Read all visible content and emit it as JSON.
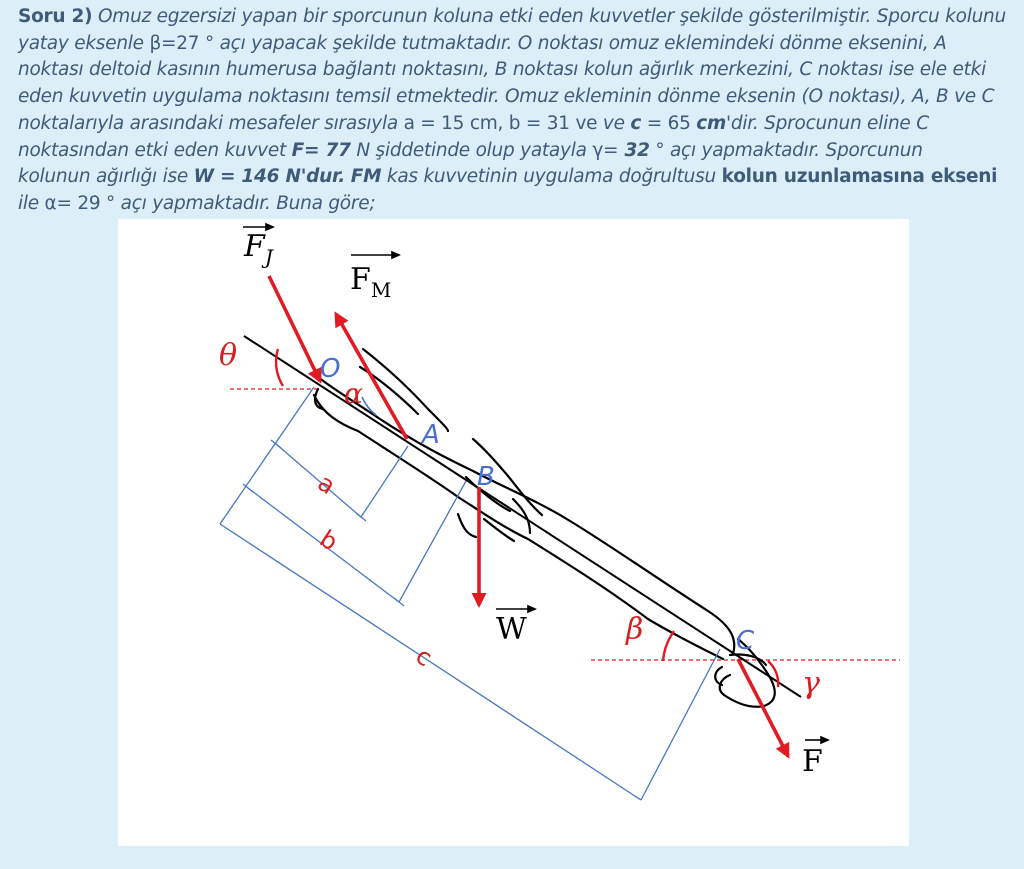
{
  "question": {
    "lines": [
      [
        {
          "t": "Soru 2)",
          "s": "b"
        },
        {
          "t": " Omuz egzersizi yapan bir sporcunun koluna etki eden kuvvetler şekilde gösterilmiştir. Sporcu kolunu"
        }
      ],
      [
        {
          "t": "yatay eksenle "
        },
        {
          "t": "β=27",
          "s": "n"
        },
        {
          "t": " ° açı yapacak şekilde tutmaktadır. O noktası omuz eklemindeki dönme eksenini, A"
        }
      ],
      [
        {
          "t": "noktası deltoid kasının humerusa bağlantı noktasını, B noktası kolun ağırlık merkezini, C noktası ise ele etki"
        }
      ],
      [
        {
          "t": "eden kuvvetin uygulama noktasını temsil etmektedir. Omuz ekleminin dönme eksenin (O noktası), A, B ve C"
        }
      ],
      [
        {
          "t": "noktalarıyla arasındaki mesafeler sırasıyla "
        },
        {
          "t": "a = 15 cm, b = 31 ve",
          "s": "n"
        },
        {
          "t": " ve "
        },
        {
          "t": "c",
          "s": "bi"
        },
        {
          "t": " = 65 ",
          "s": "n"
        },
        {
          "t": "cm",
          "s": "bi"
        },
        {
          "t": "'dir. Sprocunun eline C"
        }
      ],
      [
        {
          "t": "noktasından etki eden kuvvet "
        },
        {
          "t": "F=",
          "s": "bi"
        },
        {
          "t": " 77",
          "s": "bi"
        },
        {
          "t": " N şiddetinde olup yatayla "
        },
        {
          "t": "γ=",
          "s": "n"
        },
        {
          "t": " 32",
          "s": "bi"
        },
        {
          "t": " ° açı yapmaktadır.  Sporcunun"
        }
      ],
      [
        {
          "t": "kolunun ağırlığı ise "
        },
        {
          "t": "W",
          "s": "bi"
        },
        {
          "t": " = 146 N'dur.",
          "s": "bi"
        },
        {
          "t": " "
        },
        {
          "t": "FM",
          "s": "bi"
        },
        {
          "t": "  kas kuvvetinin uygulama doğrultusu "
        },
        {
          "t": "kolun uzunlamasına ekseni",
          "s": "b"
        }
      ],
      [
        {
          "t": "ile "
        },
        {
          "t": "α=",
          "s": "n"
        },
        {
          "t": " 29",
          "s": "n"
        },
        {
          "t": " ° açı yapmaktadır. Buna göre;"
        }
      ]
    ]
  },
  "figure": {
    "labels": {
      "FJ": "F",
      "FJ_sub": "J",
      "FM": "F",
      "FM_sub": "M",
      "W": "W",
      "F": "F",
      "O": "O",
      "A": "A",
      "B": "B",
      "C": "C",
      "theta": "θ",
      "alpha": "α",
      "beta": "β",
      "gamma": "γ",
      "a": "a",
      "b": "b",
      "c": "c"
    },
    "colors": {
      "force": "#e01b24",
      "dim": "#4a78c0",
      "point": "#4a6fd0",
      "ink": "#000000",
      "greek": "#d42020"
    }
  }
}
